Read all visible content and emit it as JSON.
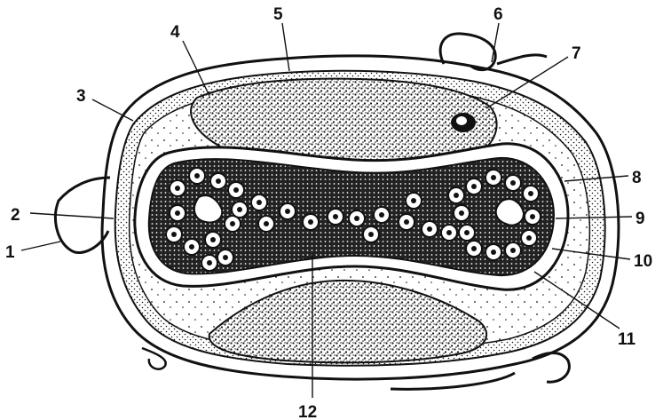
{
  "figure": {
    "labels": [
      {
        "id": "1",
        "text": "1"
      },
      {
        "id": "2",
        "text": "2"
      },
      {
        "id": "3",
        "text": "3"
      },
      {
        "id": "4",
        "text": "4"
      },
      {
        "id": "5",
        "text": "5"
      },
      {
        "id": "6",
        "text": "6"
      },
      {
        "id": "7",
        "text": "7"
      },
      {
        "id": "8",
        "text": "8"
      },
      {
        "id": "9",
        "text": "9"
      },
      {
        "id": "10",
        "text": "10"
      },
      {
        "id": "11",
        "text": "11"
      },
      {
        "id": "12",
        "text": "12"
      }
    ],
    "colors": {
      "ink": "#111111",
      "paper": "#ffffff"
    }
  }
}
